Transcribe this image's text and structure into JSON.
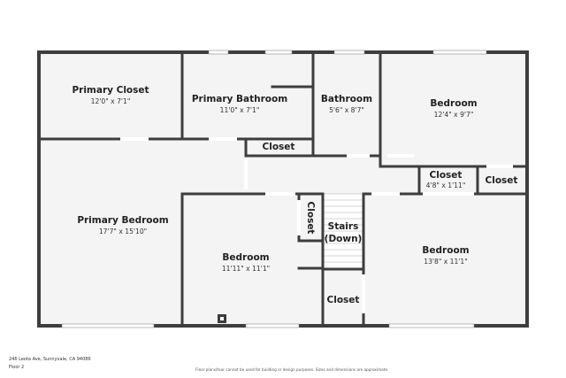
{
  "plan": {
    "colors": {
      "wall": "#3d3d3d",
      "floor": "#f4f4f4",
      "window": "#ffffff",
      "stairs": "#d4d4d4",
      "text": "#222222"
    },
    "rooms": {
      "primary_closet": {
        "name": "Primary Closet",
        "dims": "12'0\" x 7'1\""
      },
      "primary_bathroom": {
        "name": "Primary Bathroom",
        "dims": "11'0\" x 7'1\""
      },
      "bathroom": {
        "name": "Bathroom",
        "dims": "5'6\" x 8'7\""
      },
      "bedroom_ne": {
        "name": "Bedroom",
        "dims": "12'4\" x 9'7\""
      },
      "hall_closet": {
        "name": "Closet"
      },
      "closet_small": {
        "name": "Closet",
        "dims": "4'8\" x 1'11\""
      },
      "closet_far_right": {
        "name": "Closet"
      },
      "primary_bedroom": {
        "name": "Primary Bedroom",
        "dims": "17'7\" x 15'10\""
      },
      "closet_vertical": {
        "name": "Closet"
      },
      "stairs": {
        "name_line1": "Stairs",
        "name_line2": "(Down)"
      },
      "bedroom_center": {
        "name": "Bedroom",
        "dims": "11'11\" x 11'1\""
      },
      "bedroom_se": {
        "name": "Bedroom",
        "dims": "13'8\" x 11'1\""
      },
      "closet_bottom": {
        "name": "Closet"
      }
    }
  },
  "footer": {
    "address": "246 Leota Ave, Sunnyvale, CA 94086",
    "floor": "Floor 2",
    "disclaimer": "Floor plans/tour cannot be used for building or design purposes. Sizes and dimensions are approximate."
  }
}
